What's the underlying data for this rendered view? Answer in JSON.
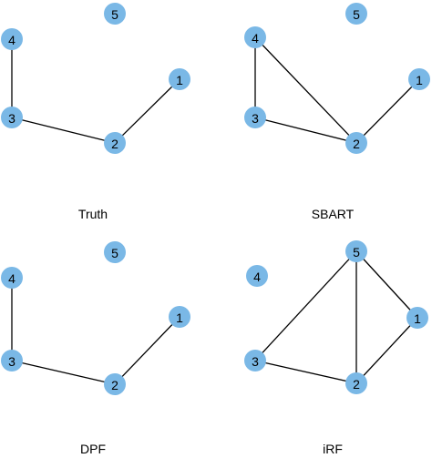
{
  "colors": {
    "node_fill": "#7ab8e6",
    "edge": "#000000",
    "text": "#000000"
  },
  "panels": [
    {
      "title": "Truth",
      "nodes": [
        "1",
        "2",
        "3",
        "4",
        "5"
      ],
      "edges": [
        [
          "4",
          "3"
        ],
        [
          "3",
          "2"
        ],
        [
          "2",
          "1"
        ]
      ]
    },
    {
      "title": "SBART",
      "nodes": [
        "1",
        "2",
        "3",
        "4",
        "5"
      ],
      "edges": [
        [
          "4",
          "3"
        ],
        [
          "4",
          "2"
        ],
        [
          "3",
          "2"
        ],
        [
          "2",
          "1"
        ]
      ]
    },
    {
      "title": "DPF",
      "nodes": [
        "1",
        "2",
        "3",
        "4",
        "5"
      ],
      "edges": [
        [
          "4",
          "3"
        ],
        [
          "3",
          "2"
        ],
        [
          "2",
          "1"
        ]
      ]
    },
    {
      "title": "iRF",
      "nodes": [
        "1",
        "2",
        "3",
        "4",
        "5"
      ],
      "edges": [
        [
          "3",
          "5"
        ],
        [
          "5",
          "2"
        ],
        [
          "5",
          "1"
        ],
        [
          "3",
          "2"
        ],
        [
          "2",
          "1"
        ]
      ]
    }
  ]
}
